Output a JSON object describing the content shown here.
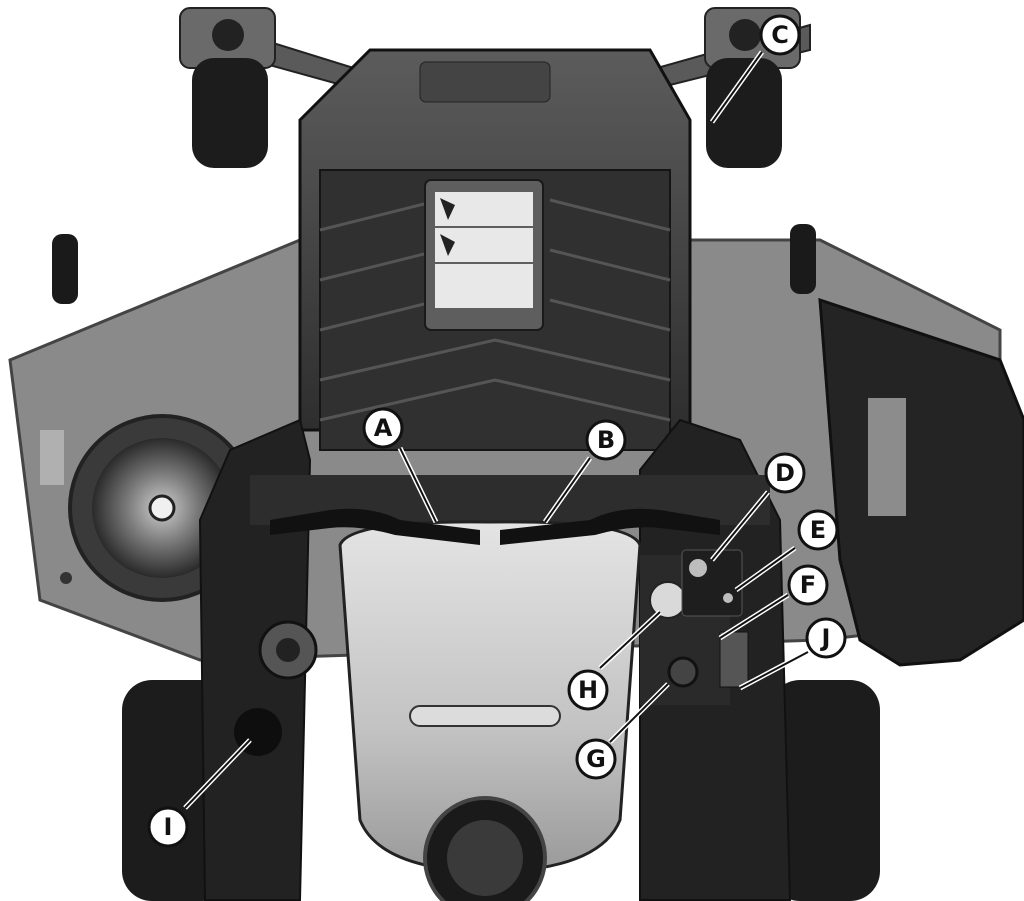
{
  "diagram": {
    "callouts": [
      {
        "id": "A",
        "label": "A"
      },
      {
        "id": "B",
        "label": "B"
      },
      {
        "id": "C",
        "label": "C"
      },
      {
        "id": "D",
        "label": "D"
      },
      {
        "id": "E",
        "label": "E"
      },
      {
        "id": "F",
        "label": "F"
      },
      {
        "id": "G",
        "label": "G"
      },
      {
        "id": "H",
        "label": "H"
      },
      {
        "id": "I",
        "label": "I"
      },
      {
        "id": "J",
        "label": "J"
      }
    ],
    "colors": {
      "background": "#ffffff",
      "body_dark": "#2b2b2b",
      "body_mid": "#6e6e6e",
      "deck_gray": "#8a8a8a",
      "seat_light": "#c8c8c8",
      "callout_fill": "#ffffff",
      "callout_stroke": "#111111"
    }
  }
}
